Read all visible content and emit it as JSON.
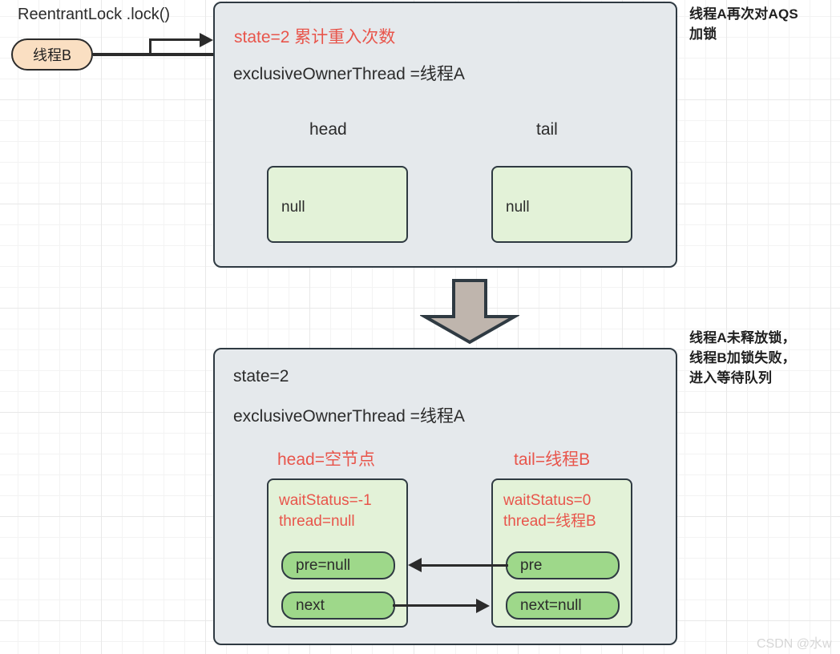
{
  "diagram": {
    "title_text": "ReentrantLock .lock()",
    "colors": {
      "accent_red": "#e8554b",
      "box_grey": "#e5e9ec",
      "box_green": "#e3f2d8",
      "pill_green": "#9ed88a",
      "thread_orange": "#fadfc2",
      "stroke": "#2f3a42",
      "arrow_fill": "#bfb5ad"
    },
    "caller": {
      "method_label": "ReentrantLock .lock()",
      "thread_label": "线程B"
    },
    "annotations": {
      "top": "线程A再次对AQS\n加锁",
      "top_line1": "线程A再次对AQS",
      "top_line2": "加锁",
      "bottom_line1": "线程A未释放锁，",
      "bottom_line2": "线程B加锁失败，",
      "bottom_line3": "进入等待队列"
    },
    "aqs_before": {
      "state_label": "state=2 累计重入次数",
      "owner_label": "exclusiveOwnerThread =线程A",
      "head_label": "head",
      "tail_label": "tail",
      "head_value": "null",
      "tail_value": "null"
    },
    "aqs_after": {
      "state_label": "state=2",
      "owner_label": "exclusiveOwnerThread =线程A",
      "head_label": "head=空节点",
      "tail_label": "tail=线程B",
      "head_node": {
        "wait_status": "waitStatus=-1",
        "thread": "thread=null",
        "pre_field": "pre=null",
        "next_field": "next"
      },
      "tail_node": {
        "wait_status": "waitStatus=0",
        "thread": "thread=线程B",
        "pre_field": "pre",
        "next_field": "next=null"
      }
    },
    "watermark": "CSDN @水w"
  }
}
